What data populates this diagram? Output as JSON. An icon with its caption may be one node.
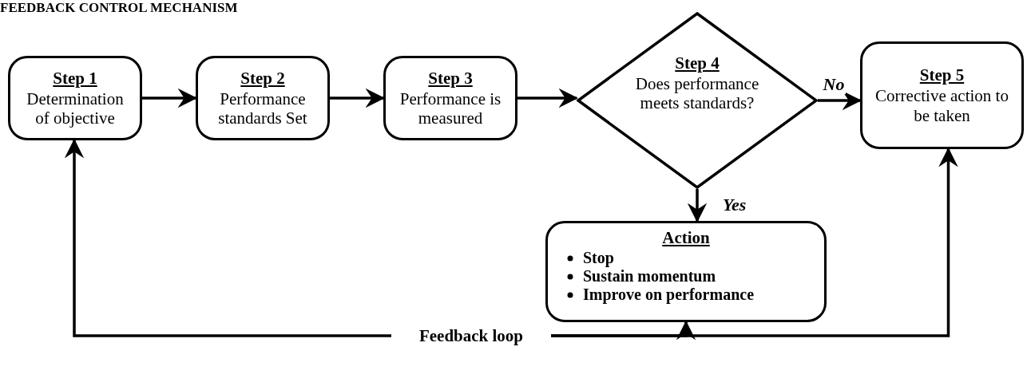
{
  "diagram": {
    "title": "FEEDBACK CONTROL MECHANISM",
    "nodes": [
      {
        "text": [
          "Step 1",
          "Determination of objective"
        ]
      },
      {
        "text": [
          "Step 2",
          "Performance standards Set"
        ]
      },
      {
        "text": [
          "Step 3",
          "Performance is measured"
        ]
      },
      {
        "text": [
          "Step 4",
          "Does performance meets standards?"
        ]
      },
      {
        "text": [
          "Step 5",
          "Corrective action to be taken"
        ]
      },
      {
        "text": [
          "Action",
          "Stop",
          "Sustain momentum",
          "Improve on performance"
        ]
      },
      {
        "text": [
          "Feedback loop"
        ]
      }
    ],
    "edges": [
      {
        "from": 0,
        "to": 1,
        "arrow": "to"
      },
      {
        "from": 1,
        "to": 2,
        "arrow": "to"
      },
      {
        "from": 2,
        "to": 3,
        "arrow": "to"
      },
      {
        "from": 3,
        "to": 4,
        "label": "No",
        "arrow": "to"
      },
      {
        "from": 3,
        "to": 5,
        "label": "Yes",
        "arrow": "to"
      },
      {
        "from": 6,
        "to": 0,
        "arrow": "to"
      },
      {
        "from": 6,
        "to": 5,
        "arrow": "to"
      },
      {
        "from": 6,
        "to": 4,
        "arrow": "to"
      }
    ]
  }
}
